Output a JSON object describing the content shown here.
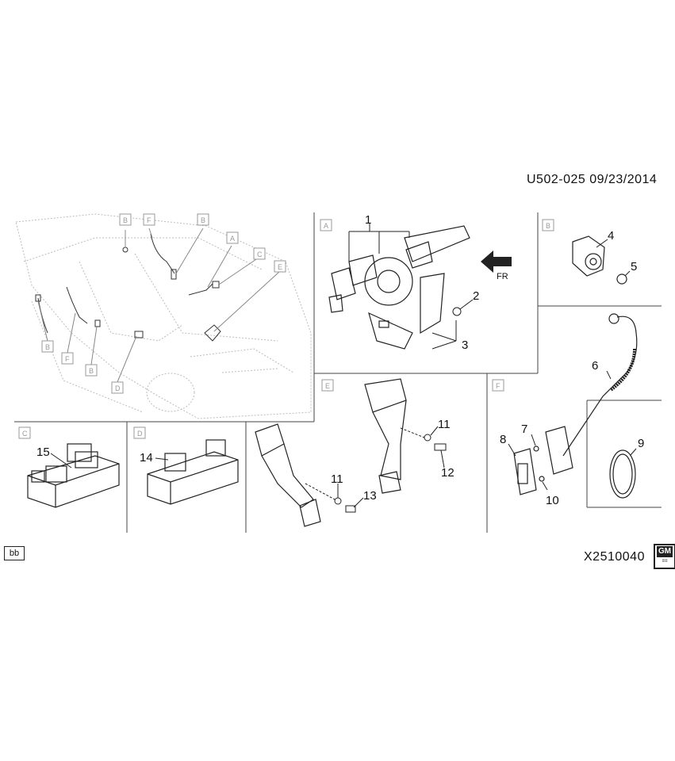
{
  "header": {
    "document_id": "U502-025  09/23/2014"
  },
  "footer": {
    "figure_id": "X2510040",
    "tag": "bb",
    "logo": "GM"
  },
  "panels": {
    "overview": {
      "letters": [
        "B",
        "F",
        "B",
        "A",
        "C",
        "E",
        "B",
        "F",
        "B",
        "D"
      ]
    },
    "A": {
      "label": "A",
      "fr": "FR",
      "callouts": [
        "1",
        "2",
        "3"
      ]
    },
    "B": {
      "label": "B",
      "callouts": [
        "4",
        "5"
      ]
    },
    "C": {
      "label": "C",
      "callouts": [
        "15"
      ]
    },
    "D": {
      "label": "D",
      "callouts": [
        "14"
      ]
    },
    "E": {
      "label": "E",
      "callouts": [
        "11",
        "12",
        "11",
        "13"
      ]
    },
    "F": {
      "label": "F",
      "callouts": [
        "6",
        "7",
        "8",
        "9",
        "10"
      ]
    }
  }
}
